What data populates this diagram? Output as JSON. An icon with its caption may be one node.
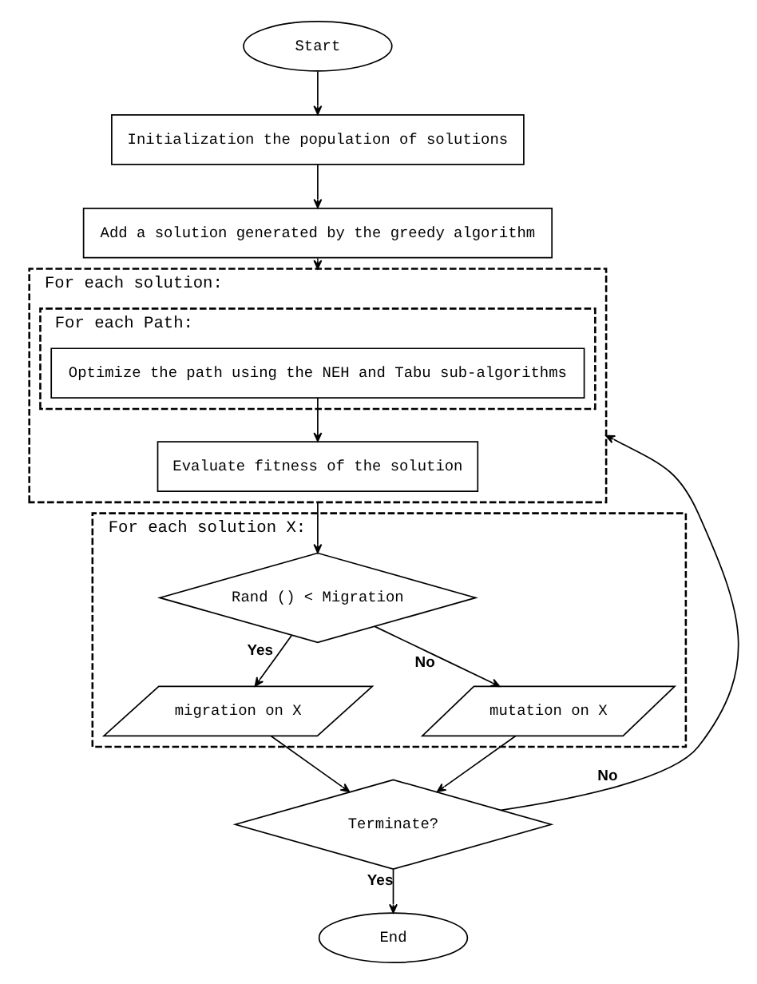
{
  "diagram": {
    "nodes": [
      {
        "text": [
          "Start"
        ]
      },
      {
        "text": [
          "Initialization the population of solutions"
        ]
      },
      {
        "text": [
          "Add a solution generated by the greedy algorithm"
        ]
      },
      {
        "text": [
          "For each solution:"
        ]
      },
      {
        "text": [
          "For each Path:"
        ],
        "in": 3
      },
      {
        "text": [
          "Optimize the path using the NEH and Tabu sub-algorithms"
        ],
        "in": 4
      },
      {
        "text": [
          "Evaluate fitness of the solution"
        ],
        "in": 3
      },
      {
        "text": [
          "For each solution X:"
        ]
      },
      {
        "text": [
          "Rand () < Migration"
        ],
        "in": 7
      },
      {
        "text": [
          "migration on X"
        ],
        "in": 7
      },
      {
        "text": [
          "mutation on X"
        ],
        "in": 7
      },
      {
        "text": [
          "Terminate?"
        ]
      },
      {
        "text": [
          "End"
        ]
      }
    ],
    "edges": [
      {
        "from": 0,
        "to": 1,
        "arrow": "to"
      },
      {
        "from": 1,
        "to": 2,
        "arrow": "to"
      },
      {
        "from": 2,
        "to": 3,
        "arrow": "to"
      },
      {
        "from": 5,
        "to": 6,
        "arrow": "to"
      },
      {
        "from": 3,
        "to": 8,
        "arrow": "to"
      },
      {
        "from": 8,
        "to": 9,
        "label": "Yes",
        "arrow": "to"
      },
      {
        "from": 8,
        "to": 10,
        "label": "No",
        "arrow": "to"
      },
      {
        "from": 9,
        "to": 11,
        "arrow": "to"
      },
      {
        "from": 10,
        "to": 11,
        "arrow": "to"
      },
      {
        "from": 11,
        "to": 12,
        "label": "Yes",
        "arrow": "to"
      },
      {
        "from": 11,
        "to": 3,
        "label": "No",
        "arrow": "to"
      }
    ]
  }
}
